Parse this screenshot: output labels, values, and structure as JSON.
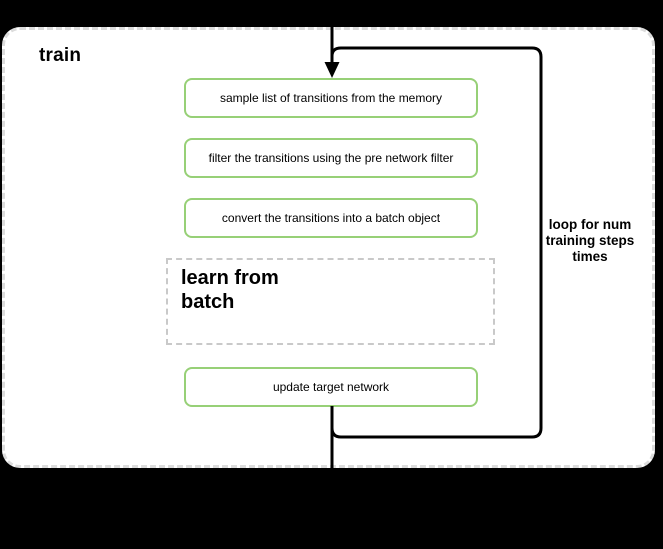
{
  "colors": {
    "background": "#000000",
    "panel_fill": "#ffffff",
    "panel_border": "#dcdcdc",
    "node_border": "#97d077",
    "node_fill": "#ffffff",
    "group_border": "#c9c9c9",
    "line": "#000000",
    "text": "#000000"
  },
  "panel": {
    "title": "train"
  },
  "nodes": {
    "step1": "sample list of transitions from the memory",
    "step2": "filter the transitions using the pre network filter",
    "step3": "convert the transitions into a batch object",
    "final": "update target network"
  },
  "group": {
    "lines": [
      "learn from",
      "batch"
    ]
  },
  "loop": {
    "lines": [
      "loop for num",
      "training steps",
      "times"
    ]
  }
}
